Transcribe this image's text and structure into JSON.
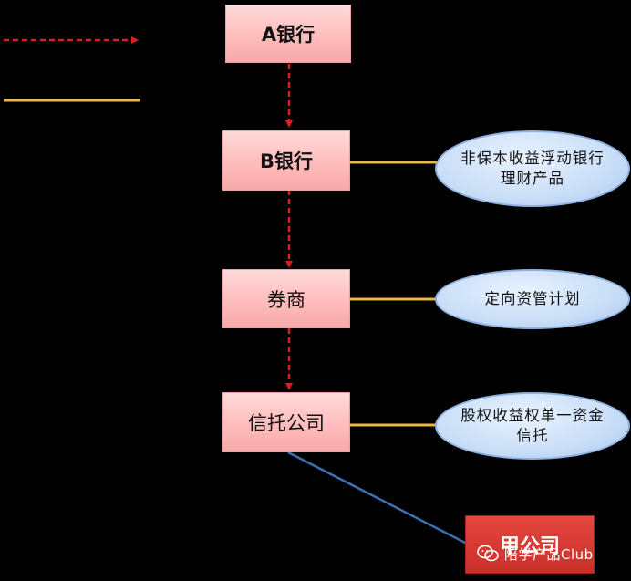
{
  "nodes": {
    "a_bank": "A银行",
    "b_bank": "B银行",
    "broker": "券商",
    "trust": "信托公司",
    "company": "甲公司"
  },
  "products": {
    "b_bank_product": "非保本收益浮动银行理财产品",
    "broker_product": "定向资管计划",
    "trust_product": "股权收益权单一资金信托"
  },
  "watermark": {
    "text": "陪学产品Club",
    "icon": "wechat-icon"
  },
  "colors": {
    "background": "#000000",
    "dashed_arrow": "#d8201e",
    "solid_line": "#e8b64a",
    "link_line": "#3e6fb5",
    "box_fill": "#ffc2c2",
    "oval_fill": "#c9def7",
    "company_fill": "#d63a33"
  }
}
